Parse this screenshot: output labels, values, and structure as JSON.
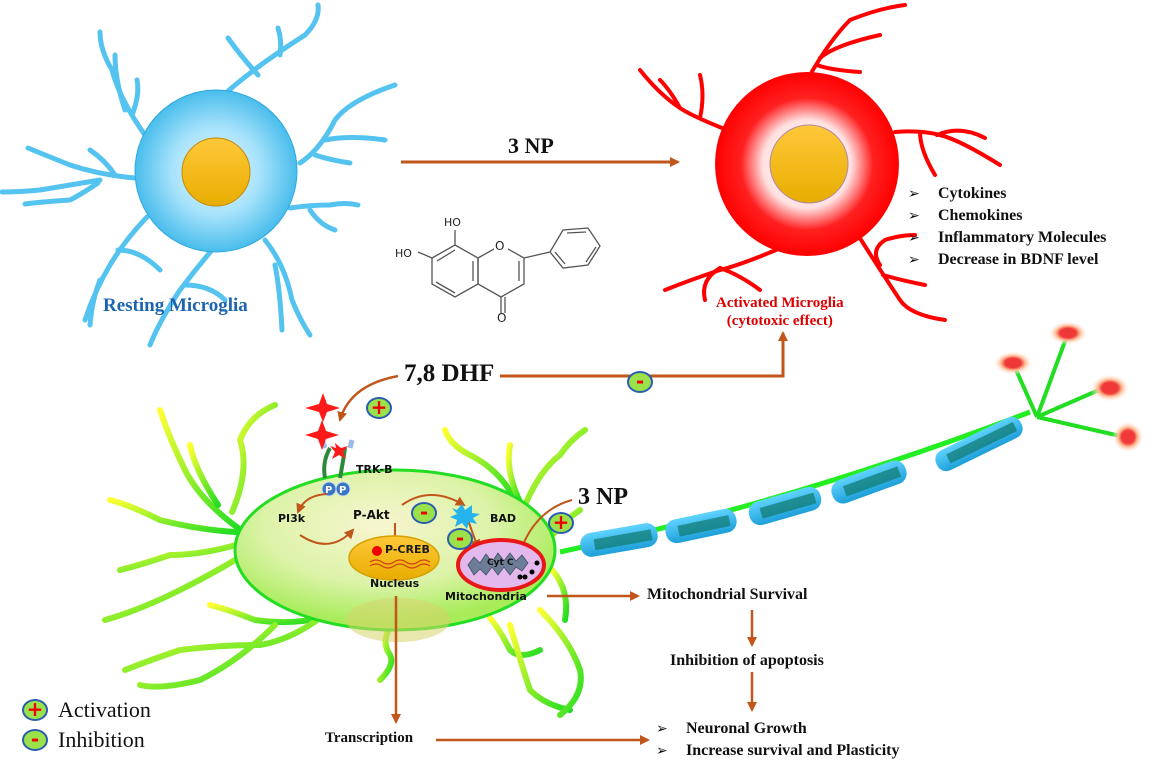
{
  "resting_microglia": {
    "label": "Resting Microglia"
  },
  "activated_microglia": {
    "label_line1": "Activated Microglia",
    "label_line2": "(cytotoxic effect)"
  },
  "arrow_3np_top": {
    "label": "3 NP"
  },
  "effects_list": [
    "Cytokines",
    "Chemokines",
    "Inflammatory Molecules",
    "Decrease in BDNF level"
  ],
  "molecule": {
    "oh1": "HO",
    "oh2": "HO",
    "ring_o": "O",
    "carbonyl_o": "O"
  },
  "compound": {
    "label": "7,8 DHF"
  },
  "neuron": {
    "receptor": "TRK-B",
    "phospho": "P",
    "pi3k": "PI3k",
    "pakt": "P-Akt",
    "bad": "BAD",
    "pcreb": "P-CREB",
    "nucleus": "Nucleus",
    "cytc": "Cyt C",
    "mitochondria": "Mitochondria",
    "np_label": "3 NP"
  },
  "pathway": {
    "mito_survival": "Mitochondrial Survival",
    "inhibition_apoptosis": "Inhibition of apoptosis",
    "transcription": "Transcription",
    "outcomes": [
      "Neuronal Growth",
      "Increase survival and Plasticity"
    ]
  },
  "legend": {
    "items": [
      {
        "symbol": "+",
        "label": "Activation"
      },
      {
        "symbol": "-",
        "label": "Inhibition"
      }
    ]
  },
  "symbols": {
    "plus": "+",
    "minus": "-",
    "bullet": "➢"
  },
  "colors": {
    "arrow": "#c0561a",
    "resting": "#55c3ef",
    "activated": "#ff0000",
    "nucleus": "#f5b800",
    "neuron_body": "#c8f07a",
    "neuron_edge": "#22dd22",
    "myelin": "#2bb5ea",
    "badge_fill": "#9be24a",
    "badge_edge": "#2a5db0"
  }
}
